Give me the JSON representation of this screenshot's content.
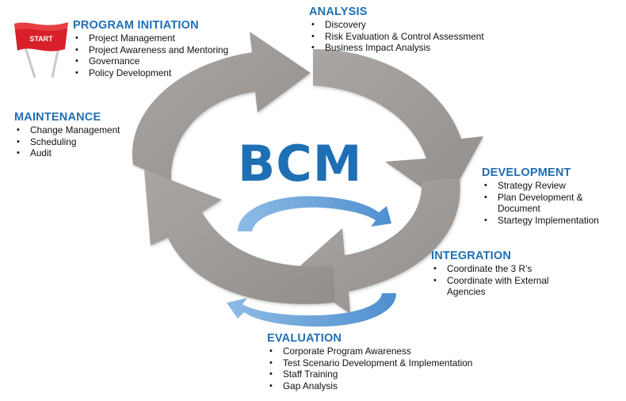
{
  "center_title": "BCM",
  "start_flag_label": "START",
  "colors": {
    "heading_blue": "#1f6fb5",
    "big_arrow_gray": "#9e9a98",
    "small_arrow_blue": "#6aa3d8",
    "flag_red": "#d8202a"
  },
  "phases": {
    "program_initiation": {
      "title": "PROGRAM INITIATION",
      "items": [
        "Project Management",
        "Project Awareness and Mentoring",
        "Governance",
        "Policy Development"
      ]
    },
    "analysis": {
      "title": "ANALYSIS",
      "items": [
        "Discovery",
        "Risk Evaluation & Control Assessment",
        "Business Impact Analysis"
      ]
    },
    "development": {
      "title": "DEVELOPMENT",
      "items": [
        "Strategy Review",
        "Plan Development &",
        "Document",
        "Startegy Implementation"
      ]
    },
    "integration": {
      "title": "INTEGRATION",
      "items": [
        "Coordinate the 3 R’s",
        "Coordinate with External",
        "Agencies"
      ]
    },
    "evaluation": {
      "title": "EVALUATION",
      "items": [
        "Corporate Program Awareness",
        "Test Scenario Development & Implementation",
        "Staff Training",
        "Gap Analysis"
      ]
    },
    "maintenance": {
      "title": "MAINTENANCE",
      "items": [
        "Change Management",
        "Scheduling",
        "Audit"
      ]
    }
  }
}
